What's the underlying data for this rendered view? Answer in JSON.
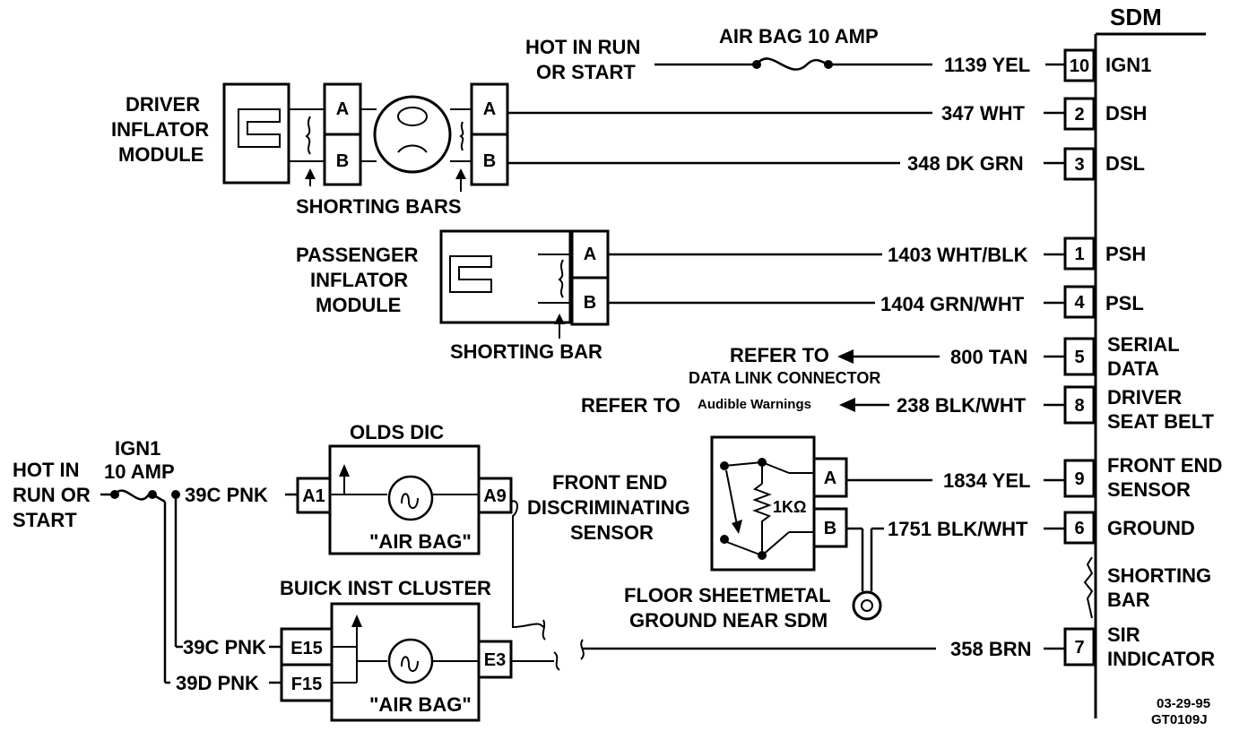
{
  "sdm": {
    "title": "SDM",
    "terminals": [
      {
        "pin": "10",
        "name": "IGN1",
        "wire": "1139 YEL"
      },
      {
        "pin": "2",
        "name": "DSH",
        "wire": "347 WHT"
      },
      {
        "pin": "3",
        "name": "DSL",
        "wire": "348 DK GRN"
      },
      {
        "pin": "1",
        "name": "PSH",
        "wire": "1403 WHT/BLK"
      },
      {
        "pin": "4",
        "name": "PSL",
        "wire": "1404 GRN/WHT"
      },
      {
        "pin": "5",
        "name": "SERIAL",
        "name2": "DATA",
        "wire": "800 TAN"
      },
      {
        "pin": "8",
        "name": "DRIVER",
        "name2": "SEAT BELT",
        "wire": "238 BLK/WHT"
      },
      {
        "pin": "9",
        "name": "FRONT END",
        "name2": "SENSOR",
        "wire": "1834 YEL"
      },
      {
        "pin": "6",
        "name": "GROUND",
        "wire": "1751 BLK/WHT"
      },
      {
        "pin": "7",
        "name": "SIR",
        "name2": "INDICATOR",
        "wire": "358 BRN"
      }
    ],
    "shorting_bar": [
      "SHORTING",
      "BAR"
    ]
  },
  "hot_run_top": [
    "HOT IN RUN",
    "OR START"
  ],
  "fuse_top": "AIR BAG 10 AMP",
  "driver_module": {
    "label": [
      "DRIVER",
      "INFLATOR",
      "MODULE"
    ],
    "pin_a": "A",
    "pin_b": "B",
    "shorting_bars": "SHORTING BARS"
  },
  "passenger_module": {
    "label": [
      "PASSENGER",
      "INFLATOR",
      "MODULE"
    ],
    "pin_a": "A",
    "pin_b": "B",
    "shorting_bar": "SHORTING BAR"
  },
  "refer_dlc": [
    "REFER TO",
    "DATA LINK CONNECTOR"
  ],
  "refer_audible": [
    "REFER TO",
    "Audible Warnings"
  ],
  "hot_run_left": [
    "HOT IN",
    "RUN OR",
    "START"
  ],
  "fuse_left": [
    "IGN1",
    "10 AMP"
  ],
  "olds_dic": {
    "title": "OLDS DIC",
    "pin_in": "A1",
    "pin_out": "A9",
    "lamp": "\"AIR BAG\"",
    "wire": "39C PNK"
  },
  "buick_cluster": {
    "title": "BUICK INST CLUSTER",
    "pin_e15": "E15",
    "pin_f15": "F15",
    "pin_out": "E3",
    "lamp": "\"AIR BAG\"",
    "wire_e15": "39C PNK",
    "wire_f15": "39D PNK"
  },
  "sensor": {
    "label": [
      "FRONT END",
      "DISCRIMINATING",
      "SENSOR"
    ],
    "pin_a": "A",
    "pin_b": "B",
    "resistor": "1KΩ"
  },
  "ground_label": [
    "FLOOR SHEETMETAL",
    "GROUND NEAR SDM"
  ],
  "footer": [
    "03-29-95",
    "GT0109J"
  ]
}
